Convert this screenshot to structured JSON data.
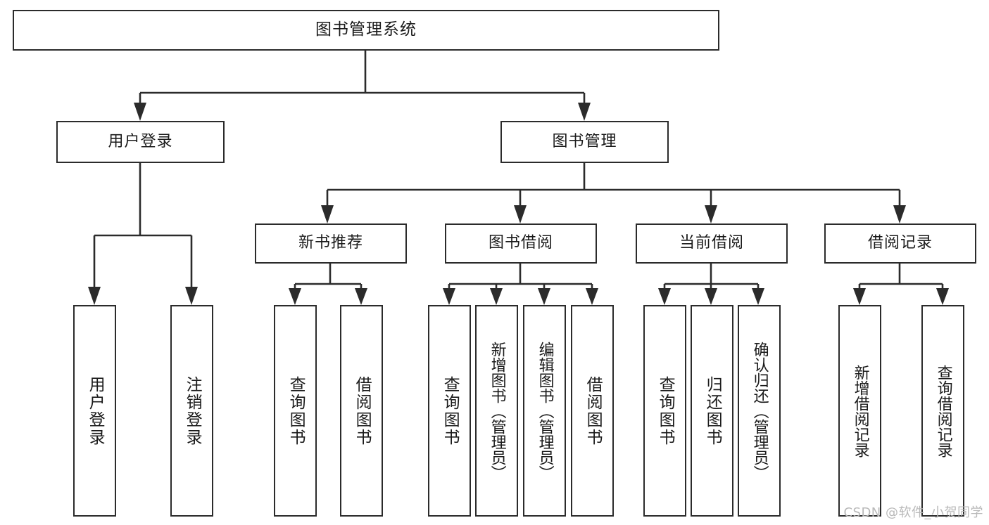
{
  "diagram": {
    "title": "图书管理系统",
    "type": "tree-hierarchy-diagram",
    "colors": {
      "box_border": "#2b2b2b",
      "box_fill": "#ffffff",
      "line": "#2b2b2b",
      "text": "#1a1a1a",
      "watermark": "#b9b9b9"
    },
    "root": {
      "label": "图书管理系统"
    },
    "level2": [
      {
        "label": "用户登录"
      },
      {
        "label": "图书管理"
      }
    ],
    "level3": [
      {
        "label": "新书推荐"
      },
      {
        "label": "图书借阅"
      },
      {
        "label": "当前借阅"
      },
      {
        "label": "借阅记录"
      }
    ],
    "leaves": {
      "user_login": [
        {
          "label": "用户登录"
        },
        {
          "label": "注销登录"
        }
      ],
      "new_book_rec": [
        {
          "label": "查询图书"
        },
        {
          "label": "借阅图书"
        }
      ],
      "book_borrow": [
        {
          "label": "查询图书"
        },
        {
          "label": "新增图书（管理员）"
        },
        {
          "label": "编辑图书（管理员）"
        },
        {
          "label": "借阅图书"
        }
      ],
      "current_borrow": [
        {
          "label": "查询图书"
        },
        {
          "label": "归还图书"
        },
        {
          "label": "确认归还（管理员）"
        }
      ],
      "borrow_record": [
        {
          "label": "新增借阅记录"
        },
        {
          "label": "查询借阅记录"
        }
      ]
    }
  },
  "watermark": {
    "text": "CSDN @软件_小贺同学"
  }
}
